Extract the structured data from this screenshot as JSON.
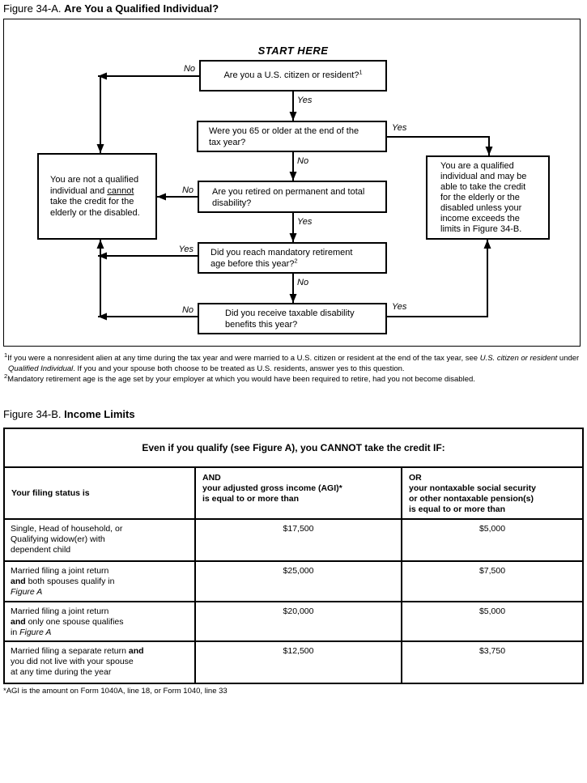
{
  "figure_a": {
    "label": "Figure 34-A.",
    "title": "Are You a Qualified Individual?",
    "start_here": "START HERE",
    "labels": {
      "yes": "Yes",
      "no": "No"
    },
    "boxes": {
      "citizen": {
        "text": "Are you a U.S. citizen or resident?",
        "footnote_ref": "1"
      },
      "age65": {
        "line1": "Were you 65 or older at the end of the",
        "line2": "tax year?"
      },
      "retired": {
        "line1": "Are you retired on permanent and total",
        "line2": "disability?"
      },
      "mandatory_age": {
        "line1": "Did you reach mandatory retirement",
        "line2": "age before this year?",
        "footnote_ref": "2"
      },
      "taxable_benefits": {
        "line1": "Did you receive taxable disability",
        "line2": "benefits this year?"
      },
      "not_qualified": {
        "line1": "You are not a qualified",
        "line2_pre": "individual and ",
        "line2_underlined": "cannot",
        "line3": "take the credit for the",
        "line4": "elderly or the disabled."
      },
      "qualified": {
        "line1": "You are a qualified",
        "line2": "individual and may be",
        "line3": "able to take the credit",
        "line4": "for the elderly or the",
        "line5": "disabled unless your",
        "line6": "income exceeds the",
        "line7": "limits in Figure 34-B."
      }
    },
    "footnotes": {
      "fn1_ref": "1",
      "fn1_part1": "If you were a nonresident alien at any time during the tax year and were married to a U.S. citizen or resident at the end of the tax year, see ",
      "fn1_italic1": "U.S. citizen or resident",
      "fn1_part2": " under ",
      "fn1_italic2": "Qualified Individual",
      "fn1_part3": ". If you and your spouse both choose to be treated as U.S. residents, answer yes to this question.",
      "fn2_ref": "2",
      "fn2_text": "Mandatory retirement age is the age set by your employer at which you would have been required to retire, had you not become disabled."
    }
  },
  "figure_b": {
    "label": "Figure 34-B.",
    "title": "Income Limits",
    "table": {
      "main_header": "Even if you qualify (see Figure A), you CANNOT take the credit IF:",
      "col1_header": "Your filing status is",
      "col2_header": {
        "line1": "AND",
        "line2": "your adjusted gross income (AGI)*",
        "line3": "is equal to or more than"
      },
      "col3_header": {
        "line1": "OR",
        "line2": "your nontaxable social security",
        "line3": "or other nontaxable pension(s)",
        "line4": "is equal to or more than"
      },
      "rows": [
        {
          "status_line1": "Single, Head of household, or",
          "status_line2": "Qualifying widow(er) with",
          "status_line3": "dependent child",
          "agi": "$17,500",
          "pension": "$5,000"
        },
        {
          "status_line1": "Married filing a joint return",
          "status_line2_bold": "and",
          "status_line2": " both spouses qualify in",
          "status_line3_italic": "Figure A",
          "agi": "$25,000",
          "pension": "$7,500"
        },
        {
          "status_line1": "Married filing a joint return",
          "status_line2_bold": "and",
          "status_line2": " only one spouse qualifies",
          "status_line3": "in ",
          "status_line3_italic": "Figure A",
          "agi": "$20,000",
          "pension": "$5,000"
        },
        {
          "status_line1": "Married filing a separate return ",
          "status_line1_bold": "and",
          "status_line2": "you did not live with your spouse",
          "status_line3": "at any time during the year",
          "agi": "$12,500",
          "pension": "$3,750"
        }
      ],
      "footnote": "*AGI is the amount on Form 1040A, line 18, or Form 1040, line 33"
    }
  }
}
